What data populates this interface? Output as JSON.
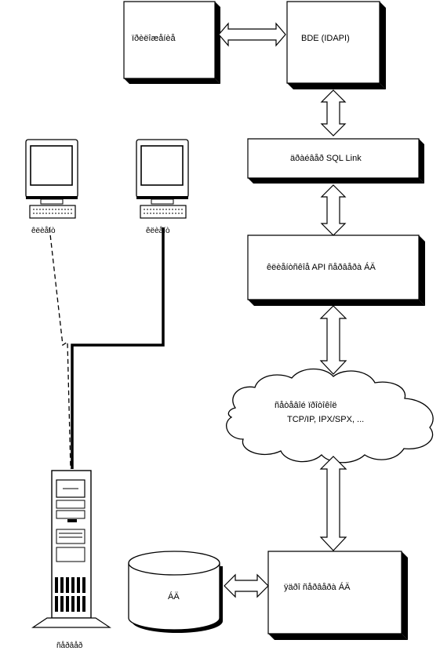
{
  "nodes": {
    "top_left_box": "ïðèëîæåíèå",
    "top_right_box": "BDE (IDAPI)",
    "middle_box_1": "äðàéâåð SQL Link",
    "middle_box_2": "êëèåíòñêîå API ñåðâåðà ÁÄ",
    "network_cloud_line1": "ñåòåâîé ïðîòîêîë",
    "network_cloud_line2": "TCP/IP, IPX/SPX, ...",
    "bottom_right_box": "ÿäðî ñåðâåðà ÁÄ",
    "database": "ÁÄ",
    "client_1": "êëèåíò",
    "client_2": "êëèåíò",
    "server": "ñåðâåð"
  }
}
